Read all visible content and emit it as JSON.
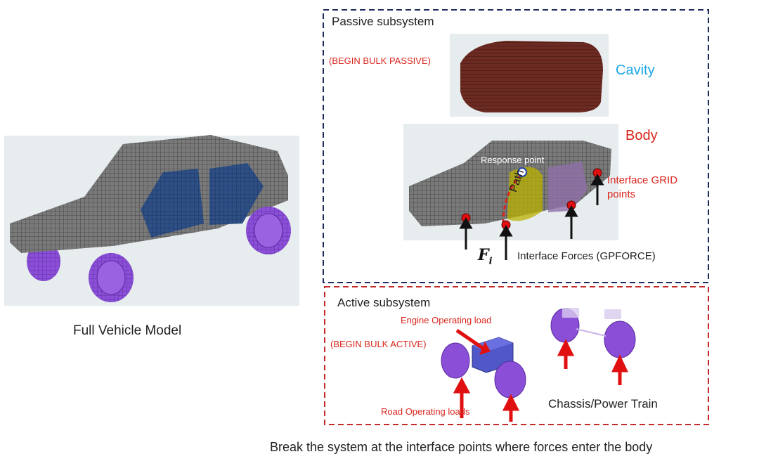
{
  "left": {
    "caption": "Full Vehicle Model"
  },
  "passive": {
    "title": "Passive subsystem",
    "bulk_label": "(BEGIN BULK PASSIVE)",
    "cavity_label": "Cavity",
    "body_label": "Body",
    "response_point_label": "Response point",
    "path_label": "Path",
    "interface_grid_label_line1": "Interface GRID",
    "interface_grid_label_line2": "points",
    "force_symbol": "F",
    "force_subscript": "i",
    "interface_forces_label": "Interface Forces (GPFORCE)"
  },
  "active": {
    "title": "Active subsystem",
    "engine_label": "Engine Operating load",
    "bulk_label": "(BEGIN BULK ACTIVE)",
    "road_label": "Road Operating loads",
    "chassis_label": "Chassis/Power Train"
  },
  "footer": {
    "caption": "Break the system at the interface points where forces enter the body"
  },
  "colors": {
    "passive_border": "#1f2a5c",
    "active_border": "#c42a2a",
    "label_red": "#d9261c",
    "cavity_blue": "#1aa6e8",
    "mesh_gray": "#6f6f6f",
    "wheel_purple": "#8a4fd6",
    "window_blue": "#2d4f85",
    "cavity_brown": "#6b2a22"
  }
}
